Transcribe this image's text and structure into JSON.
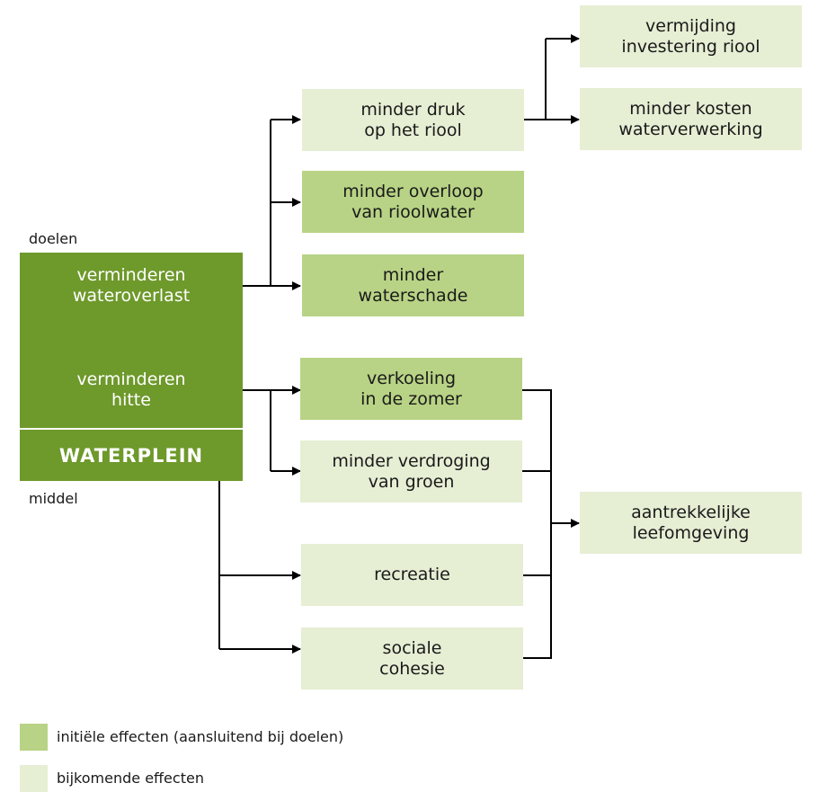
{
  "labels": {
    "doelen": "doelen",
    "middel": "middel"
  },
  "main": {
    "goal1": "verminderen\nwateroverlast",
    "goal2": "verminderen\nhitte",
    "means": "WATERPLEIN"
  },
  "effects": {
    "minder_druk": "minder druk\nop het riool",
    "minder_overloop": "minder overloop\nvan rioolwater",
    "minder_waterschade": "minder\nwaterschade",
    "verkoeling": "verkoeling\nin de zomer",
    "minder_verdroging": "minder verdroging\nvan groen",
    "recreatie": "recreatie",
    "sociale_cohesie": "sociale\ncohesie",
    "vermijding": "vermijding\ninvestering riool",
    "minder_kosten": "minder kosten\nwaterverwerking",
    "aantrekkelijke": "aantrekkelijke\nleefomgeving"
  },
  "legend": {
    "initial": "initiële effecten (aansluitend bij doelen)",
    "additional": "bijkomende effecten"
  },
  "colors": {
    "dark_green": "#6e992b",
    "medium_green": "#b8d385",
    "light_green": "#e6eed4",
    "line": "#000000"
  }
}
